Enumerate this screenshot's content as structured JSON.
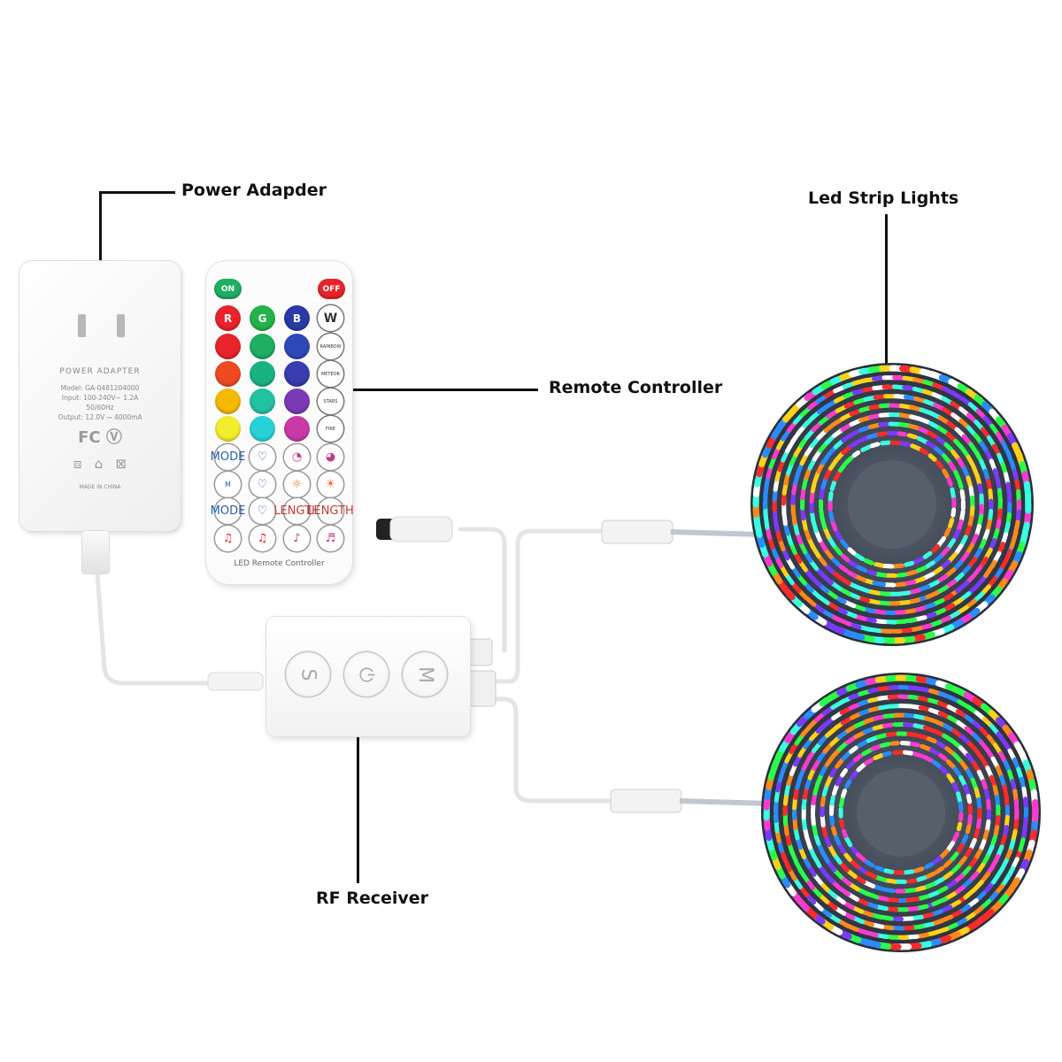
{
  "labels": {
    "power_adapter": "Power Adapder",
    "remote_controller": "Remote Controller",
    "led_strip": "Led Strip Lights",
    "rf_receiver": "RF Receiver"
  },
  "adapter": {
    "title": "POWER  ADAPTER",
    "model": "Model: GA-0481204000",
    "input": "Input: 100-240V~  1.2A",
    "freq": "50/60Hz",
    "output": "Output: 12.0V ⎓ 4000mA",
    "logos": "FC  Ⓥ",
    "made": "MADE IN CHINA"
  },
  "remote": {
    "on": "ON",
    "off": "OFF",
    "r": "R",
    "g": "G",
    "b": "B",
    "w": "W",
    "rainbow": "RAINBOW",
    "meteor": "METEOR",
    "stars": "STARS",
    "fire": "FIRE",
    "mode": "MODE",
    "m": "M",
    "length": "LENGTH",
    "caption": "LED Remote Controller",
    "colors": {
      "red": "#e8232a",
      "green": "#23b34a",
      "blue": "#2a3aa8",
      "orange1": "#ef4a1f",
      "green2": "#1fae62",
      "blue2": "#2e48b8",
      "orange2": "#f07a18",
      "teal1": "#19b383",
      "purple1": "#4b3cb0",
      "yellow1": "#f5b800",
      "teal2": "#22c2a0",
      "purple2": "#7a3ab6",
      "yellow2": "#f2ee2c",
      "cyan": "#27d2d6",
      "magenta": "#c93aa6",
      "on": "#1fae62",
      "off": "#e8232a"
    }
  },
  "receiver": {
    "s": "S",
    "m": "M",
    "power": "⏻"
  }
}
